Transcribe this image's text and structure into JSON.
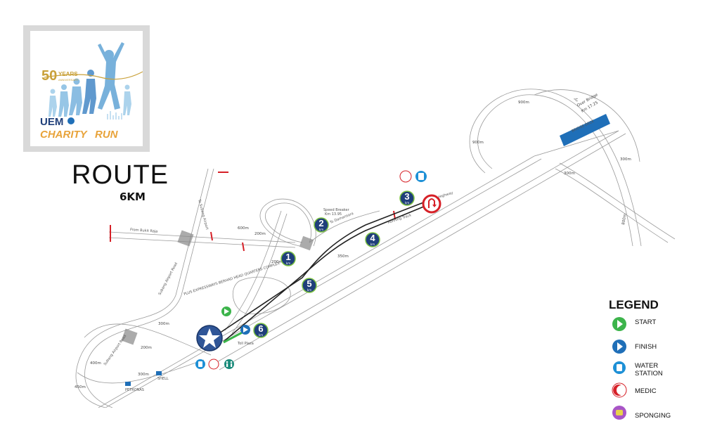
{
  "logo": {
    "years_number": "50",
    "years_word": "YEARS",
    "anniversary": "ANNIVERSARY",
    "brand": "UEM",
    "event_line1": "CHARITY",
    "event_line2": "RUN"
  },
  "title": {
    "main": "ROUTE",
    "distance": "6KM"
  },
  "km_markers": [
    {
      "number": "1",
      "unit": "km"
    },
    {
      "number": "2",
      "unit": "km"
    },
    {
      "number": "3",
      "unit": "km"
    },
    {
      "number": "4",
      "unit": "km"
    },
    {
      "number": "5",
      "unit": "km"
    },
    {
      "number": "6",
      "unit": "km"
    }
  ],
  "road_labels": {
    "from_bukit_raja": "From Bukit Raja",
    "to_damansara": "To Damansara",
    "to_subang": "To Subang Airport",
    "subang_airport_road": "Subang Airport Road",
    "plus_hq": "PLUS EXPRESSWAYS BERHAD HEAD QUARTERS COMPLEX",
    "over_bridge": "Over Bridge",
    "over_bridge_km": "Km 17.25",
    "centerline": "℃",
    "bridge_deck": "BRIDGE DECK",
    "petronas": "PETRONAS",
    "shell": "SHELL",
    "speed_breaker": "Speed Breaker",
    "speed_breaker_km": "Km 13.95",
    "highway": "Highway",
    "running_track": "Running Track",
    "toll_plaza": "Toll Plaza"
  },
  "distances": [
    "900m",
    "900m",
    "300m",
    "300m",
    "800m",
    "600m",
    "200m",
    "350m",
    "200m",
    "300m",
    "200m",
    "300m",
    "400m",
    "450m"
  ],
  "legend": {
    "title": "LEGEND",
    "items": [
      {
        "label": "START",
        "icon": "start-icon",
        "color": "#3cb44b"
      },
      {
        "label": "FINISH",
        "icon": "finish-icon",
        "color": "#1f6fb8"
      },
      {
        "label": "WATER\nSTATION",
        "icon": "water-station-icon",
        "color": "#1e90d6"
      },
      {
        "label": "MEDIC",
        "icon": "medic-icon",
        "color": "#d62027"
      },
      {
        "label": "SPONGING",
        "icon": "sponging-icon",
        "color": "#a855c7"
      }
    ]
  },
  "colors": {
    "km_marker_fill": "#1f3f7a",
    "km_marker_ring": "#7cc241",
    "finish_star": "#2f5597",
    "uturn": "#d62027",
    "route_line": "#222222",
    "road": "#9a9a9a"
  }
}
